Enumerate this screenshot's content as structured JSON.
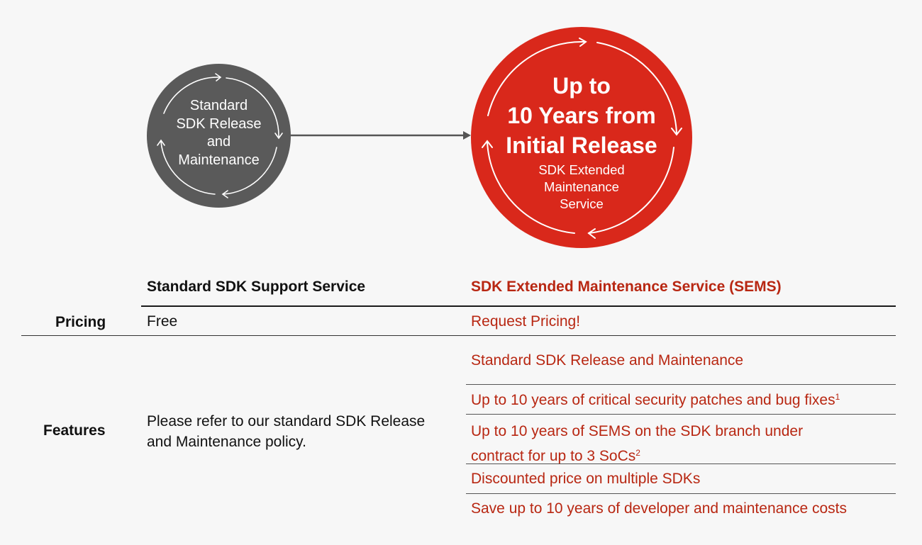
{
  "diagram": {
    "standard_circle": {
      "lines": [
        "Standard",
        "SDK Release",
        "and",
        "Maintenance"
      ],
      "color": "#5a5a5a",
      "icon": "cycle-arrows-icon"
    },
    "connector": {
      "icon": "arrow-right-icon",
      "color": "#555555"
    },
    "extended_circle": {
      "title_lines": [
        "Up to",
        "10 Years from",
        "Initial Release"
      ],
      "subtitle_lines": [
        "SDK Extended",
        "Maintenance",
        "Service"
      ],
      "color": "#d9281b",
      "icon": "cycle-arrows-icon"
    }
  },
  "table": {
    "columns": {
      "standard": "Standard SDK Support Service",
      "sems": "SDK Extended Maintenance Service (SEMS)"
    },
    "rows": {
      "pricing": {
        "label": "Pricing",
        "standard": "Free",
        "sems": "Request Pricing!"
      },
      "features": {
        "label": "Features",
        "standard_lines": [
          "Please refer to our standard SDK Release",
          "and Maintenance policy."
        ],
        "sems_items": [
          {
            "text": "Standard SDK Release and Maintenance",
            "sup": ""
          },
          {
            "text": "Up to 10 years of critical security patches and bug fixes",
            "sup": "1"
          },
          {
            "text_lines": [
              "Up to 10 years of SEMS on the SDK branch under",
              "contract for up to 3 SoCs"
            ],
            "sup": "2"
          },
          {
            "text": "Discounted price on multiple SDKs",
            "sup": ""
          },
          {
            "text": "Save up to 10 years of developer and maintenance costs",
            "sup": ""
          }
        ]
      }
    },
    "colors": {
      "accent_red": "#b82712",
      "text_black": "#111111"
    }
  }
}
